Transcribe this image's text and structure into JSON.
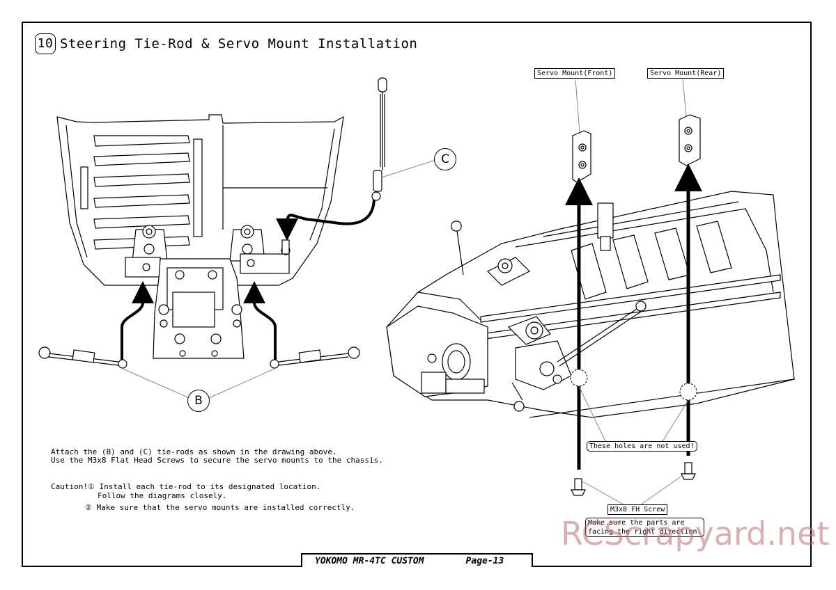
{
  "header": {
    "step_number": "10",
    "title": "Steering Tie-Rod & Servo Mount Installation"
  },
  "callouts": {
    "tie_rod_c": "C",
    "tie_rod_b": "B",
    "servo_mount_front": "Servo Mount(Front)",
    "servo_mount_rear": "Servo Mount(Rear)",
    "holes_not_used": "These holes are not used!",
    "screw": "M3x8 FH Screw",
    "direction_note": "Make sure the parts are\nfacing the right direction."
  },
  "instructions": {
    "line1": "Attach the (B) and (C) tie-rods as shown in the drawing above.",
    "line2": "Use the M3x8 Flat Head Screws to secure the servo mounts to the chassis.",
    "caution1": "Caution!① Install each tie-rod to its designated location.",
    "caution1b": "Follow the diagrams closely.",
    "caution2": "② Make sure that the servo mounts are installed correctly."
  },
  "footer": {
    "model": "YOKOMO MR-4TC CUSTOM",
    "page": "Page-13"
  },
  "watermark": "RCScrapyard.net"
}
